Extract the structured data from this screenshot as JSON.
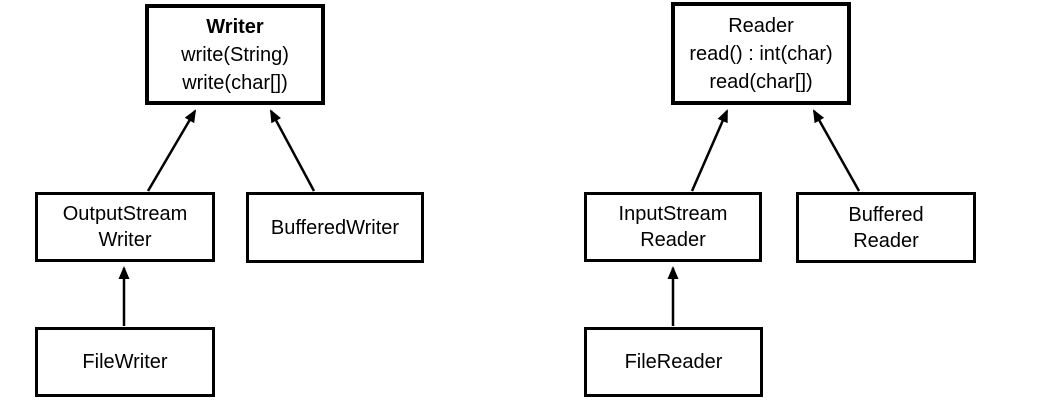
{
  "colors": {
    "background": "#ffffff",
    "box_fill": "#ffffff",
    "box_border": "#000000",
    "arrow": "#000000",
    "text": "#000000"
  },
  "left_hierarchy": {
    "root": {
      "title": "Writer",
      "method1": "write(String)",
      "method2": "write(char[])"
    },
    "child1": {
      "line1": "OutputStream",
      "line2": "Writer"
    },
    "child2": {
      "line1": "BufferedWriter"
    },
    "grandchild": {
      "line1": "FileWriter"
    }
  },
  "right_hierarchy": {
    "root": {
      "title": "Reader",
      "method1": "read() : int(char)",
      "method2": "read(char[])"
    },
    "child1": {
      "line1": "InputStream",
      "line2": "Reader"
    },
    "child2": {
      "line1": "Buffered",
      "line2": "Reader"
    },
    "grandchild": {
      "line1": "FileReader"
    }
  },
  "edges": [
    {
      "from": "OutputStreamWriter",
      "to": "Writer"
    },
    {
      "from": "BufferedWriter",
      "to": "Writer"
    },
    {
      "from": "FileWriter",
      "to": "OutputStreamWriter"
    },
    {
      "from": "InputStreamReader",
      "to": "Reader"
    },
    {
      "from": "BufferedReader",
      "to": "Reader"
    },
    {
      "from": "FileReader",
      "to": "InputStreamReader"
    }
  ]
}
